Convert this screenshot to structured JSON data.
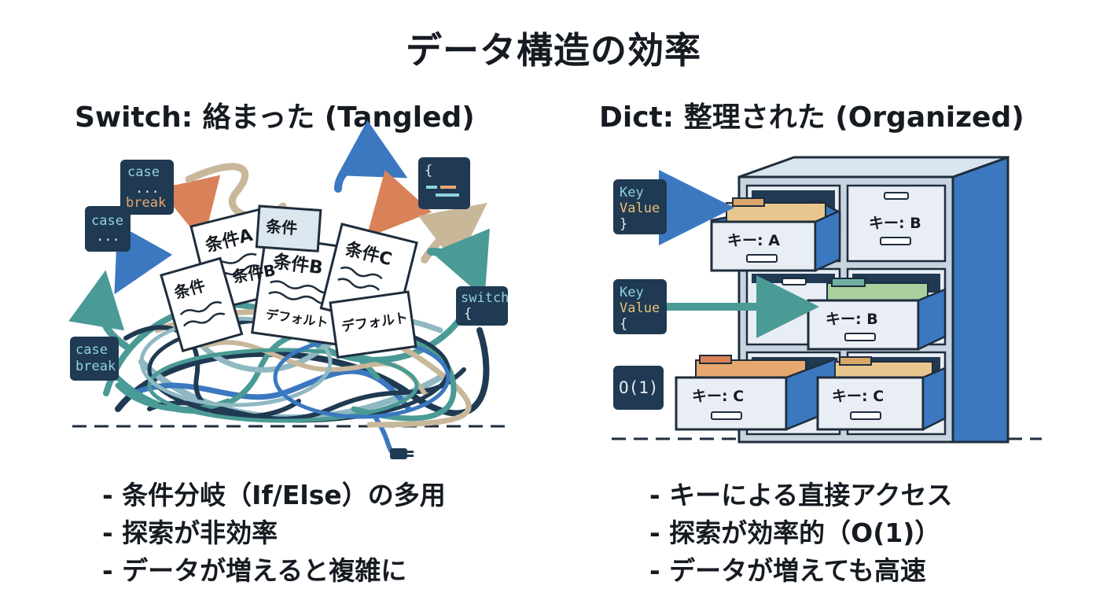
{
  "title": "データ構造の効率",
  "left": {
    "subtitle": "Switch: 絡まった (Tangled)",
    "code_cards": [
      {
        "line1": "case",
        "line2": "...",
        "line3": "break"
      },
      {
        "line1": "case",
        "line2": "..."
      },
      {
        "line1": "{"
      },
      {
        "line1": "switch",
        "line2": "{"
      },
      {
        "line1": "case",
        "line2": "break"
      }
    ],
    "papers": [
      "条件A",
      "条件",
      "条件B",
      "デフォルト",
      "条件B",
      "条件C",
      "デフォルト",
      "条件"
    ],
    "bullets": [
      "- 条件分岐（If/Else）の多用",
      "- 探索が非効率",
      "- データが増えると複雑に"
    ]
  },
  "right": {
    "subtitle": "Dict: 整理された (Organized)",
    "code_cards": [
      {
        "line1": "Key",
        "line2": "Value",
        "line3": "}"
      },
      {
        "line1": "Key",
        "line2": "Value",
        "line3": "{"
      },
      {
        "line1": "O(1)"
      }
    ],
    "drawer_labels": [
      "キー: A",
      "キー: B",
      "キー: B",
      "キー: C",
      "キー: C"
    ],
    "bullets": [
      "- キーによる直接アクセス",
      "- 探索が効率的（O(1)）",
      "- データが増えても高速"
    ]
  },
  "colors": {
    "navy": "#1f3a52",
    "teal": "#4a9a95",
    "blue": "#3b78c0",
    "tan": "#c9b79a",
    "orange": "#d9825a"
  }
}
